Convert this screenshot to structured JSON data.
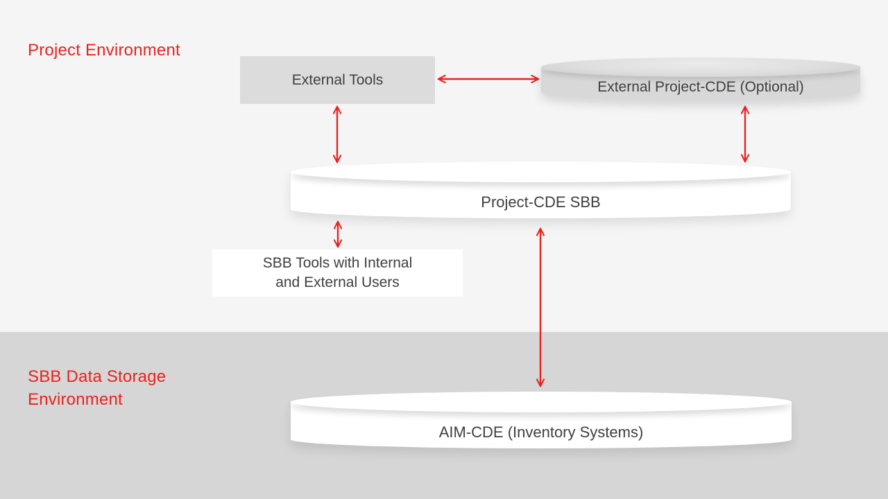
{
  "diagram": {
    "regions": {
      "project_environment": {
        "label": "Project Environment"
      },
      "sbb_data_storage": {
        "line1": "SBB Data Storage",
        "line2": "Environment"
      }
    },
    "nodes": {
      "external_tools": {
        "type": "box",
        "label": "External Tools"
      },
      "external_project_cde": {
        "type": "cylinder",
        "label": "External Project-CDE (Optional)"
      },
      "project_cde_sbb": {
        "type": "cylinder",
        "label": "Project-CDE SBB"
      },
      "sbb_tools": {
        "type": "box",
        "label_line1": "SBB Tools with Internal",
        "label_line2": "and External Users"
      },
      "aim_cde": {
        "type": "cylinder",
        "label": "AIM-CDE (Inventory Systems)"
      }
    },
    "edges": [
      {
        "from": "external_tools",
        "to": "external_project_cde",
        "bidirectional": true
      },
      {
        "from": "external_tools",
        "to": "project_cde_sbb",
        "bidirectional": true
      },
      {
        "from": "external_project_cde",
        "to": "project_cde_sbb",
        "bidirectional": true
      },
      {
        "from": "project_cde_sbb",
        "to": "sbb_tools",
        "bidirectional": true
      },
      {
        "from": "project_cde_sbb",
        "to": "aim_cde",
        "bidirectional": true
      }
    ],
    "colors": {
      "accent_red": "#e8231e",
      "bg_top": "#f5f5f6",
      "bg_bottom": "#d6d6d6",
      "box_gray": "#dcdcdc",
      "cylinder_gray": "#d8d8d8",
      "cylinder_white": "#ffffff",
      "node_text": "#3f3f3f"
    }
  }
}
